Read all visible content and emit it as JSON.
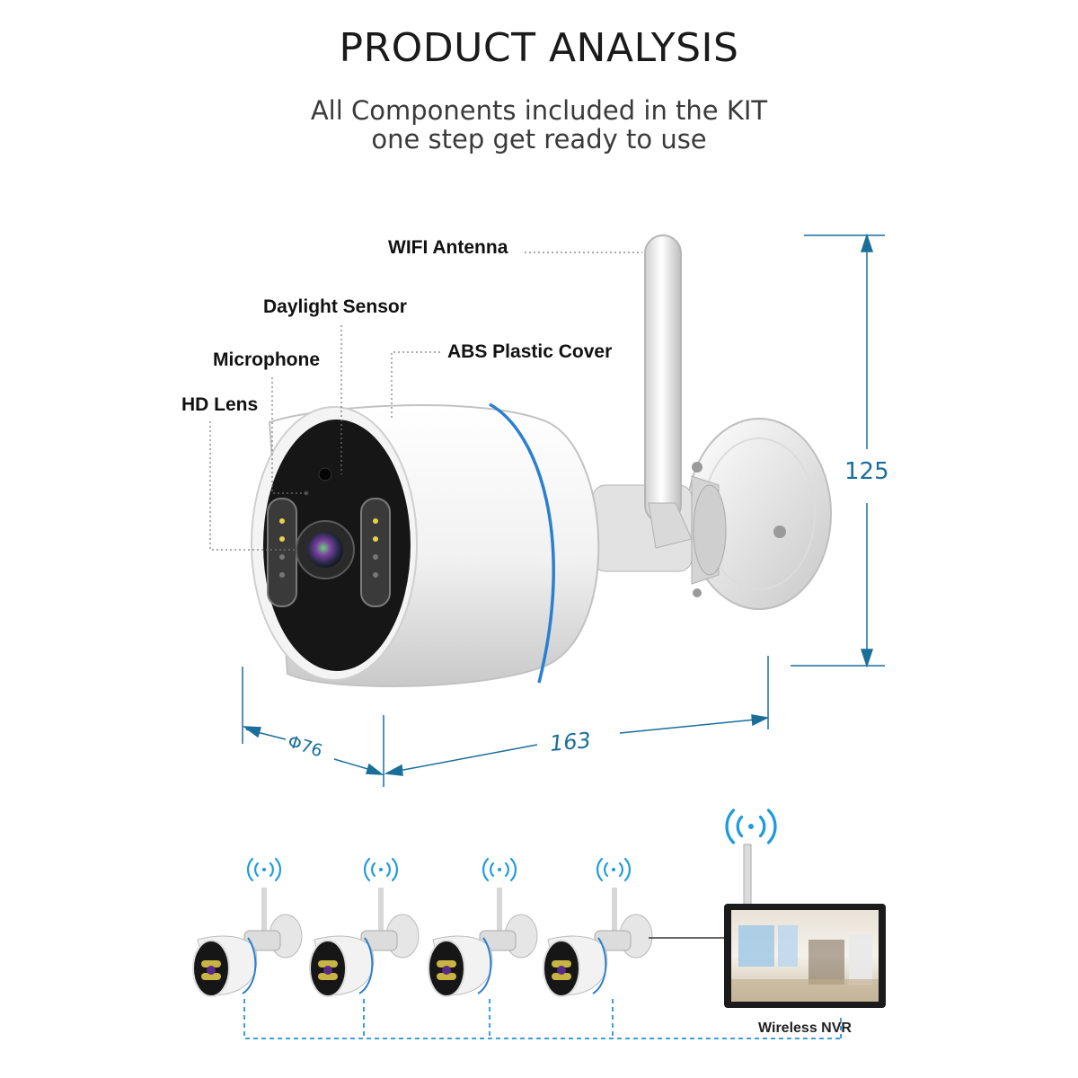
{
  "header": {
    "title": "PRODUCT ANALYSIS",
    "subtitle_line1": "All Components included in the KIT",
    "subtitle_line2": "one step get ready to use"
  },
  "callouts": {
    "wifi_antenna": "WIFI Antenna",
    "daylight_sensor": "Daylight Sensor",
    "microphone": "Microphone",
    "hd_lens": "HD Lens",
    "abs_cover": "ABS Plastic Cover"
  },
  "dimensions": {
    "height": "125",
    "length": "163",
    "diameter": "Φ76"
  },
  "kit": {
    "nvr_label": "Wireless NVR",
    "camera_count": 4
  },
  "colors": {
    "dimension": "#1a6e9a",
    "accent_ring": "#2a7fd0",
    "wifi_waves": "#1e9be0",
    "connector": "#3aa0d8"
  },
  "icons": [
    "wifi-signal-icon",
    "wifi-signal-icon",
    "wifi-signal-icon",
    "wifi-signal-icon",
    "wifi-signal-icon"
  ]
}
